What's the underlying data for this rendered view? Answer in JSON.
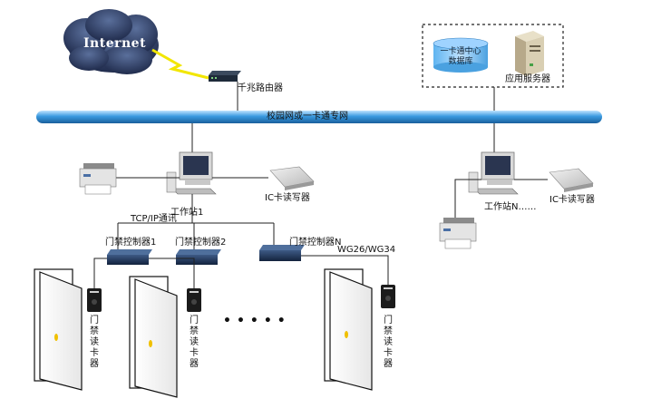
{
  "internet": {
    "label": "Internet"
  },
  "router": {
    "label": "千兆路由器"
  },
  "datacenter": {
    "database_label": "一卡通中心数据库",
    "server_label": "应用服务器"
  },
  "network": {
    "label": "校园网或一卡通专网"
  },
  "workstation_1": {
    "label": "工作站1",
    "card_reader_label": "IC卡读写器"
  },
  "workstation_n": {
    "label": "工作站N……",
    "card_reader_label": "IC卡读写器"
  },
  "protocols": {
    "tcp_ip": "TCP/IP通讯",
    "wiegand": "WG26/WG34"
  },
  "controllers": [
    {
      "label": "门禁控制器1"
    },
    {
      "label": "门禁控制器2"
    },
    {
      "label": "门禁控制器N"
    }
  ],
  "door_readers": [
    {
      "label": "门禁读卡器"
    },
    {
      "label": "门禁读卡器"
    },
    {
      "label": "门禁读卡器"
    }
  ],
  "ellipsis": "•••••",
  "colors": {
    "bus": "#2f8fd6",
    "cloud": "#2b3f6b",
    "lightning": "#f2e600",
    "device": "#1f3556"
  }
}
